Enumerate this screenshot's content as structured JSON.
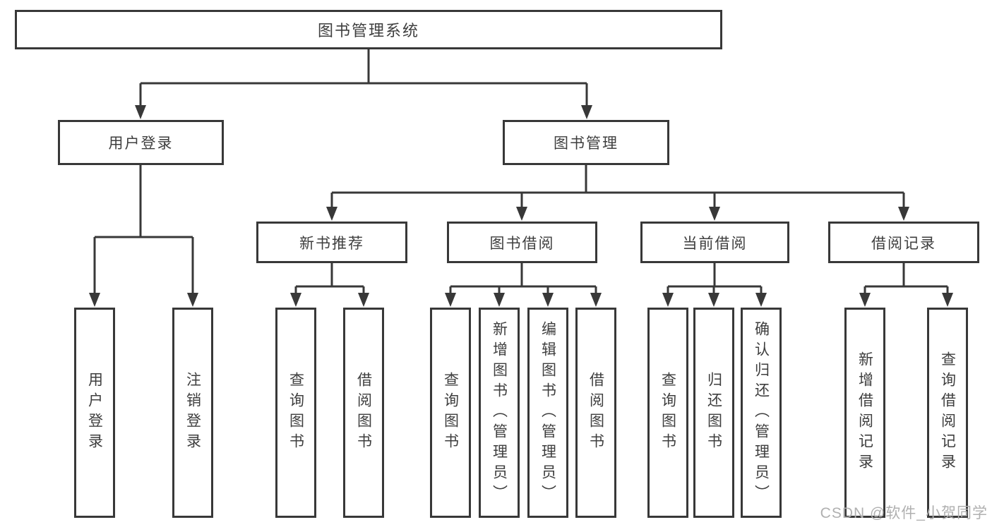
{
  "diagram": {
    "root_label": "图书管理系统",
    "branches": [
      {
        "label": "用户登录",
        "children": [
          "用户登录",
          "注销登录"
        ]
      },
      {
        "label": "图书管理",
        "sections": [
          {
            "label": "新书推荐",
            "children": [
              "查询图书",
              "借阅图书"
            ]
          },
          {
            "label": "图书借阅",
            "children": [
              "查询图书",
              "新增图书（管理员）",
              "编辑图书（管理员）",
              "借阅图书"
            ]
          },
          {
            "label": "当前借阅",
            "children": [
              "查询图书",
              "归还图书",
              "确认归还（管理员）"
            ]
          },
          {
            "label": "借阅记录",
            "children": [
              "新增借阅记录",
              "查询借阅记录"
            ]
          }
        ]
      }
    ]
  },
  "watermark": {
    "text": "CSDN @软件_小贺同学"
  },
  "colors": {
    "line": "#383838",
    "text": "#3e3e3e",
    "box_fill": "#ffffff",
    "background": "#ffffff",
    "watermark": "#b0b0b0"
  }
}
